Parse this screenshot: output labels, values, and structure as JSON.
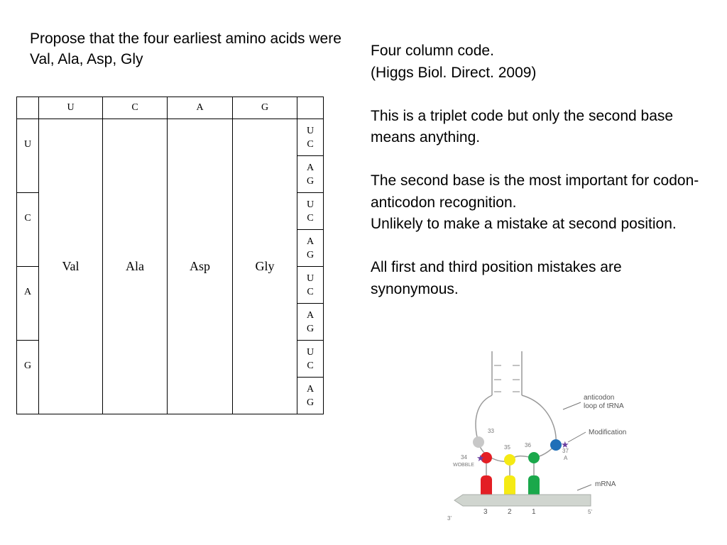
{
  "intro": "Propose that the four earliest amino acids were Val, Ala, Asp, Gly",
  "notes": {
    "p1": "Four column code.",
    "p2": "(Higgs Biol. Direct. 2009)",
    "p3": "This is a triplet code but only the second base means anything.",
    "p4": "The second base is the most important for codon-anticodon recognition.",
    "p5": "Unlikely to make a mistake at second position.",
    "p6": "All first and third position mistakes are synonymous."
  },
  "table": {
    "columns": [
      "U",
      "C",
      "A",
      "G"
    ],
    "first_bases": [
      "U",
      "C",
      "A",
      "G"
    ],
    "amino_acids": [
      "Val",
      "Ala",
      "Asp",
      "Gly"
    ],
    "third_pairs": [
      [
        "U",
        "C"
      ],
      [
        "A",
        "G"
      ],
      [
        "U",
        "C"
      ],
      [
        "A",
        "G"
      ],
      [
        "U",
        "C"
      ],
      [
        "A",
        "G"
      ],
      [
        "U",
        "C"
      ],
      [
        "A",
        "G"
      ]
    ]
  },
  "diagram": {
    "label_anticodon_1": "anticodon",
    "label_anticodon_2": "loop of tRNA",
    "label_modification": "Modification",
    "label_mrna": "mRNA",
    "label_wobble": "WOBBLE",
    "pos_33": "33",
    "pos_34": "34",
    "pos_35": "35",
    "pos_36": "36",
    "pos_37": "37",
    "pos_37_base": "A",
    "codon_3": "3",
    "codon_2": "2",
    "codon_1": "1",
    "end_3": "3'",
    "end_5": "5'",
    "colors": {
      "pos34": "#e31e24",
      "pos35": "#f5ea14",
      "pos36": "#1aa84b",
      "pos37": "#1f6fb8",
      "pos33": "#c8c8c8",
      "mrna": "#d0d5cf",
      "star": "#6b3fa0"
    }
  }
}
